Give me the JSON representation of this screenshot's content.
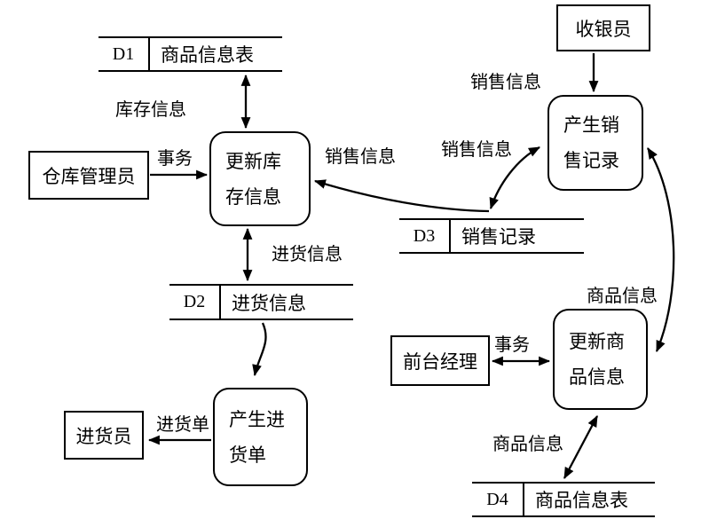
{
  "colors": {
    "line": "#000000",
    "background": "#ffffff"
  },
  "entities": {
    "warehouse_manager": {
      "label": "仓库管理员"
    },
    "cashier": {
      "label": "收银员"
    },
    "front_desk_manager": {
      "label": "前台经理"
    },
    "purchase_clerk": {
      "label": "进货员"
    }
  },
  "processes": {
    "update_inventory": {
      "line1": "更新库",
      "line2": "存信息"
    },
    "generate_sales_record": {
      "line1": "产生销",
      "line2": "售记录"
    },
    "update_product_info": {
      "line1": "更新商",
      "line2": "品信息"
    },
    "generate_purchase_order": {
      "line1": "产生进",
      "line2": "货单"
    }
  },
  "data_stores": {
    "d1": {
      "code": "D1",
      "name": "商品信息表"
    },
    "d2": {
      "code": "D2",
      "name": "进货信息"
    },
    "d3": {
      "code": "D3",
      "name": "销售记录"
    },
    "d4": {
      "code": "D4",
      "name": "商品信息表"
    }
  },
  "flow_labels": {
    "inventory_info": "库存信息",
    "transaction_warehouse": "事务",
    "sales_info_to_update_inventory": "销售信息",
    "sales_info_to_generate_record": "销售信息",
    "sales_info_from_cashier": "销售信息",
    "purchase_info": "进货信息",
    "purchase_order": "进货单",
    "transaction_front_desk": "事务",
    "product_info_top": "商品信息",
    "product_info_bottom": "商品信息"
  }
}
